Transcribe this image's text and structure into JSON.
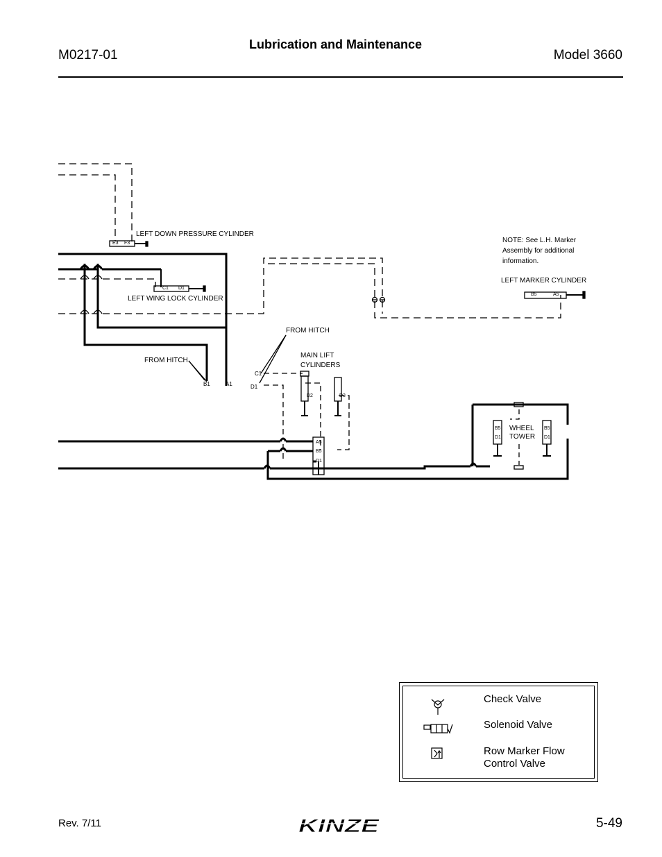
{
  "header": {
    "doc_number": "M0217-01",
    "section_title": "Lubrication and Maintenance",
    "model": "Model 3660"
  },
  "diagram": {
    "labels": {
      "left_down_pressure": "LEFT DOWN PRESSURE CYLINDER",
      "left_wing_lock": "LEFT WING LOCK CYLINDER",
      "left_marker": "LEFT MARKER CYLINDER",
      "from_hitch_upper": "FROM HITCH",
      "from_hitch_lower": "FROM HITCH",
      "main_lift_line1": "MAIN LIFT",
      "main_lift_line2": "CYLINDERS",
      "wheel_line1": "WHEEL",
      "wheel_line2": "TOWER"
    },
    "note": {
      "line1": "NOTE: See L.H. Marker",
      "line2": "Assembly for additional",
      "line3": "information."
    },
    "ports": {
      "e3": "E3",
      "f3": "F3",
      "c1_lock": "C1",
      "d1_lock": "D1",
      "b5_marker": "B5",
      "a5_marker": "A5",
      "b1": "B1",
      "a1": "A1",
      "c1_lift": "C1",
      "d1_lift": "D1",
      "d2": "D2",
      "d3": "D3",
      "a5_valve": "A5",
      "b5_valve": "B5",
      "d1_valve": "D1",
      "b5_wl": "B5",
      "d1_wl": "D1",
      "b5_wr": "B5",
      "d1_wr": "D1"
    }
  },
  "legend": {
    "check_valve": "Check Valve",
    "solenoid_valve": "Solenoid Valve",
    "flow_control_line1": "Row Marker Flow",
    "flow_control_line2": "Control Valve"
  },
  "footer": {
    "revision": "Rev. 7/11",
    "logo_text": "KINZE",
    "page_number": "5-49"
  }
}
